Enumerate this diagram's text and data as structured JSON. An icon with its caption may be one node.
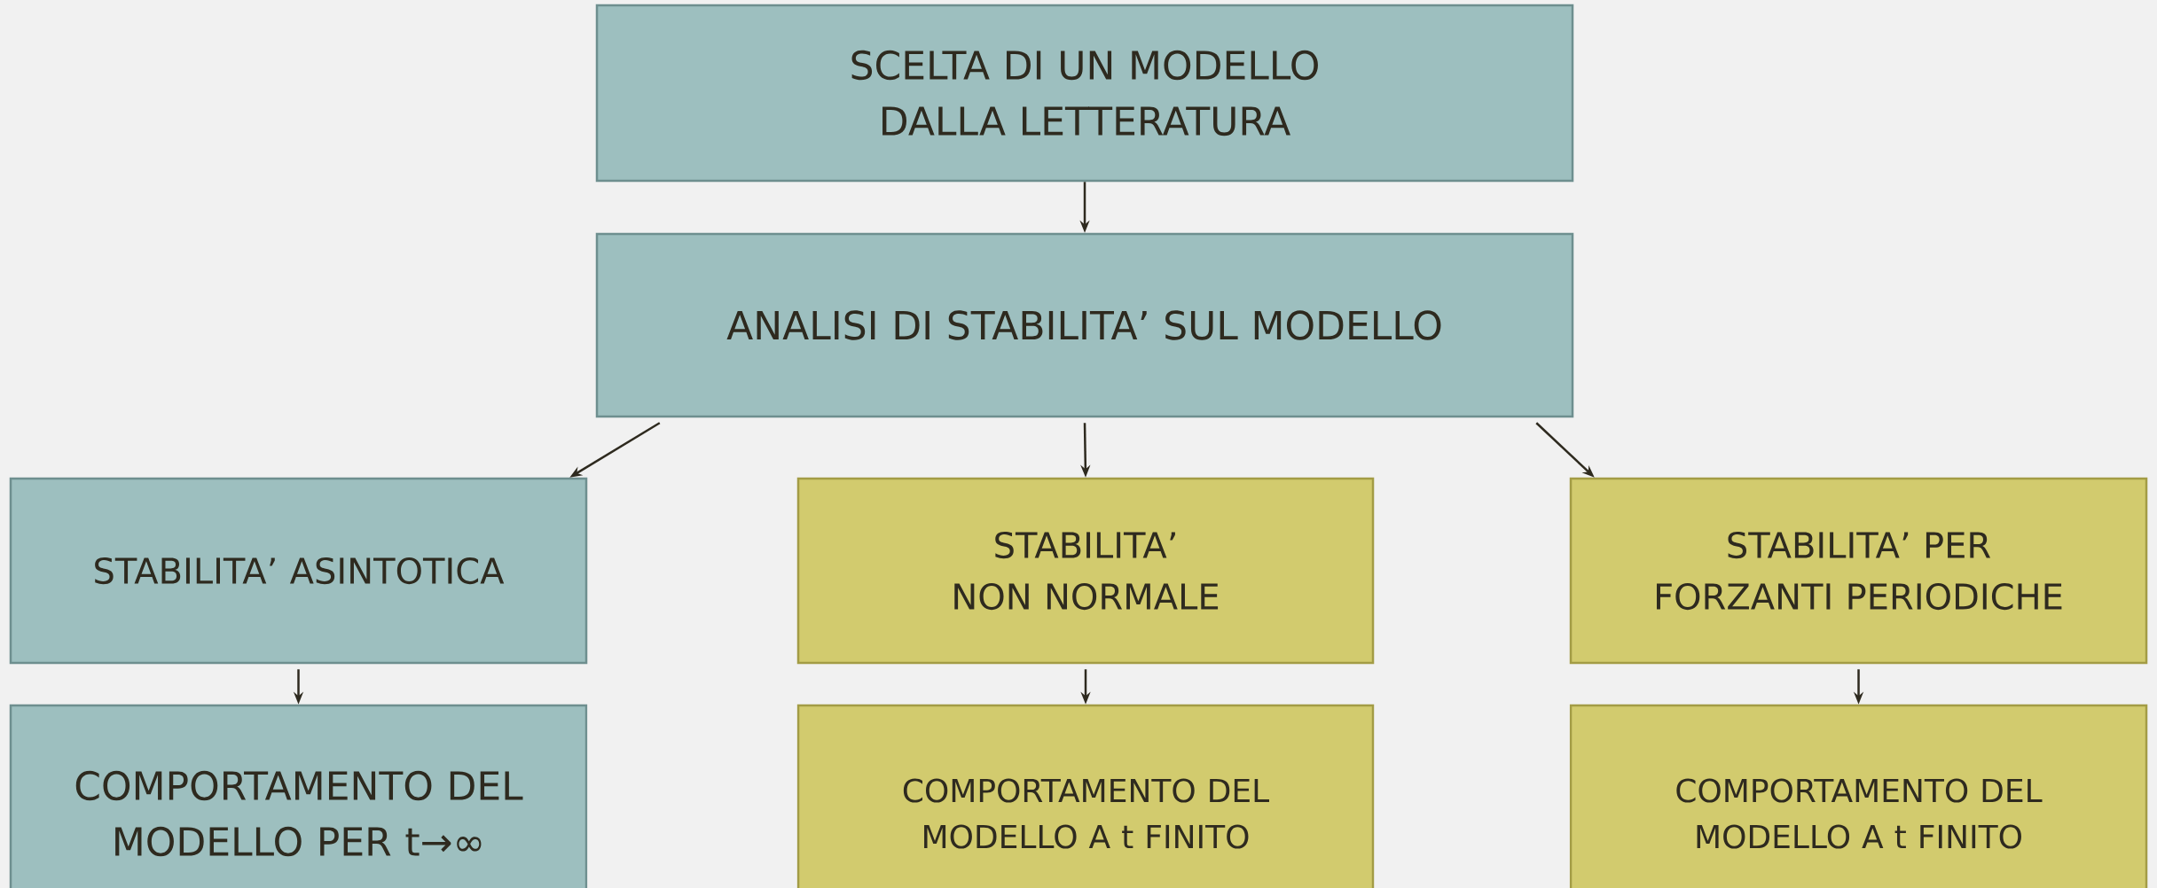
{
  "diagram": {
    "nodes": [
      {
        "text": [
          "SCELTA DI UN MODELLO DALLA LETTERATURA"
        ]
      },
      {
        "text": [
          "ANALISI DI STABILITA’ SUL MODELLO"
        ]
      },
      {
        "text": [
          "STABILITA’ ASINTOTICA"
        ]
      },
      {
        "text": [
          "STABILITA’ NON NORMALE"
        ]
      },
      {
        "text": [
          "STABILITA’ PER FORZANTI PERIODICHE"
        ]
      },
      {
        "text": [
          "COMPORTAMENTO DEL MODELLO PER t→∞"
        ]
      },
      {
        "text": [
          "COMPORTAMENTO DEL MODELLO A t FINITO"
        ]
      },
      {
        "text": [
          "COMPORTAMENTO DEL MODELLO A t FINITO"
        ]
      }
    ],
    "edges": [
      {
        "from": 0,
        "to": 1,
        "arrow": "to"
      },
      {
        "from": 1,
        "to": 2,
        "arrow": "to"
      },
      {
        "from": 1,
        "to": 3,
        "arrow": "to"
      },
      {
        "from": 1,
        "to": 4,
        "arrow": "to"
      },
      {
        "from": 2,
        "to": 5,
        "arrow": "to"
      },
      {
        "from": 3,
        "to": 6,
        "arrow": "to"
      },
      {
        "from": 4,
        "to": 7,
        "arrow": "to"
      }
    ]
  }
}
